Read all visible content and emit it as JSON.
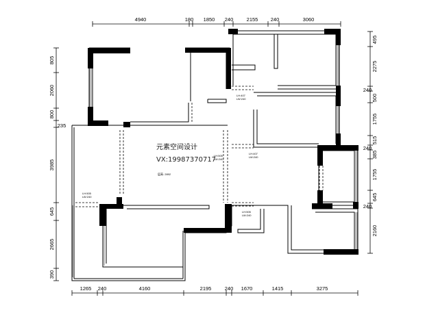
{
  "dims": {
    "top": [
      "4940",
      "180",
      "1850",
      "240",
      "2155",
      "240",
      "3060"
    ],
    "bottom": [
      "1265",
      "240",
      "4160",
      "2195",
      "240",
      "1670",
      "1415",
      "3275"
    ],
    "left": [
      "805",
      "2060",
      "800",
      "235",
      "3985",
      "645",
      "2665",
      "390"
    ],
    "right": [
      "495",
      "2275",
      "240",
      "500",
      "1755",
      "515",
      "240",
      "385",
      "1755",
      "645",
      "240",
      "2160"
    ]
  },
  "watermark": {
    "line1": "元素空间设计",
    "line2": "VX:19987370717"
  },
  "notes": {
    "ceiling_height": "层高: 2892",
    "opening_a1": "LH:407",
    "opening_a2": "LW:240",
    "opening_b1": "LH:407",
    "opening_b2": "LW:240",
    "opening_c1": "LH:505",
    "opening_c2": "LW:240",
    "opening_d1": "LH:505",
    "opening_d2": "LW:240",
    "opening_e1": "LH:505",
    "opening_e2": "LW:240"
  }
}
